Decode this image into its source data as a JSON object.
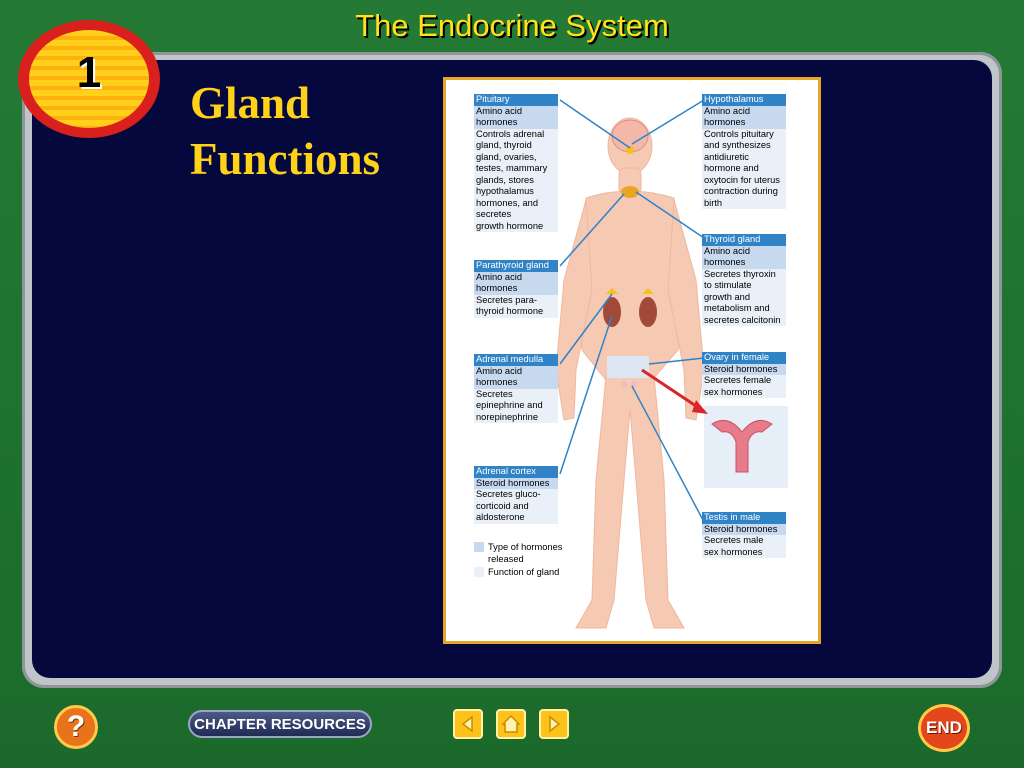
{
  "slide_title": "The Endocrine System",
  "section_number": "1",
  "heading": {
    "line1": "Gland",
    "line2": "Functions"
  },
  "figure": {
    "glands": [
      {
        "id": "pituitary",
        "name": "Pituitary",
        "hormone_type": "Amino acid hormones",
        "function_lines": [
          "Controls adrenal",
          "gland, thyroid",
          "gland, ovaries,",
          "testes, mammary",
          "glands, stores",
          "hypothalamus",
          "hormones, and",
          "secretes",
          "growth hormone"
        ]
      },
      {
        "id": "hypothalamus",
        "name": "Hypothalamus",
        "hormone_type": "Amino acid hormones",
        "function_lines": [
          "Controls pituitary",
          "and synthesizes",
          "antidiuretic",
          "hormone and",
          "oxytocin for uterus",
          "contraction during",
          "birth"
        ]
      },
      {
        "id": "thyroid",
        "name": "Thyroid gland",
        "hormone_type": "Amino acid hormones",
        "function_lines": [
          "Secretes thyroxin",
          "to stimulate",
          "growth and",
          "metabolism and",
          "secretes calcitonin"
        ]
      },
      {
        "id": "parathyroid",
        "name": "Parathyroid gland",
        "hormone_type": "Amino acid hormones",
        "function_lines": [
          "Secretes para-",
          "thyroid hormone"
        ]
      },
      {
        "id": "adrenal_medulla",
        "name": "Adrenal medulla",
        "hormone_type": "Amino acid hormones",
        "function_lines": [
          "Secretes",
          "epinephrine and",
          "norepinephrine"
        ]
      },
      {
        "id": "ovary",
        "name": "Ovary in female",
        "hormone_type": "Steroid hormones",
        "function_lines": [
          "Secretes female",
          "sex hormones"
        ]
      },
      {
        "id": "adrenal_cortex",
        "name": "Adrenal cortex",
        "hormone_type": "Steroid hormones",
        "function_lines": [
          "Secretes gluco-",
          "corticoid and",
          "aldosterone"
        ]
      },
      {
        "id": "testis",
        "name": "Testis in male",
        "hormone_type": "Steroid hormones",
        "function_lines": [
          "Secretes male",
          "sex hormones"
        ]
      }
    ],
    "legend": [
      {
        "label": "Type of hormones released",
        "color": "#c6d9ef"
      },
      {
        "label": "Function of gland",
        "color": "#e9f0f8"
      }
    ]
  },
  "footer": {
    "help_label": "?",
    "chapter_resources_label": "CHAPTER RESOURCES",
    "end_label": "END"
  },
  "colors": {
    "background_green": "#1e6b2e",
    "panel_navy": "#05083d",
    "title_yellow": "#ffe21a",
    "heading_gold": "#ffd21a",
    "label_header_blue": "#2f83c6",
    "connector_blue": "#2e83c8",
    "frame_orange": "#e8a628"
  }
}
